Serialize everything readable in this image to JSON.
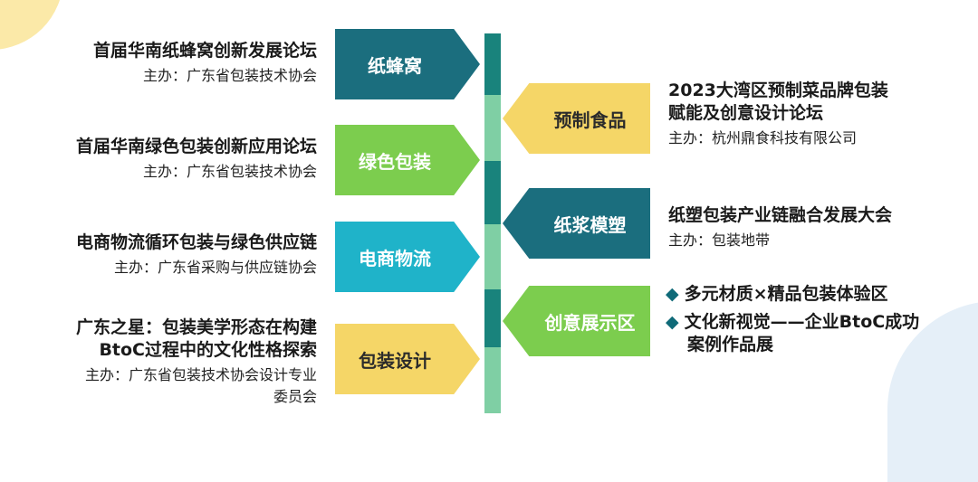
{
  "colors": {
    "teal": "#1b6e7e",
    "green": "#7ccd4e",
    "cyan": "#1fb3c9",
    "yellow": "#f5d667",
    "spine_dark": "#19837c",
    "spine_light": "#7fcfa4"
  },
  "left_tags": [
    {
      "label": "纸蜂窝"
    },
    {
      "label": "绿色包装"
    },
    {
      "label": "电商物流"
    },
    {
      "label": "包装设计"
    }
  ],
  "right_tags": [
    {
      "label": "预制食品"
    },
    {
      "label": "纸浆模塑"
    },
    {
      "label": "创意展示区"
    }
  ],
  "left_events": [
    {
      "title": "首届华南纸蜂窝创新发展论坛",
      "host": "主办：广东省包装技术协会"
    },
    {
      "title": "首届华南绿色包装创新应用论坛",
      "host": "主办：广东省包装技术协会"
    },
    {
      "title": "电商物流循环包装与绿色供应链",
      "host": "主办：广东省采购与供应链协会"
    },
    {
      "title_line1": "广东之星：包装美学形态在构建",
      "title_line2": "BtoC过程中的文化性格探索",
      "host_line1": "主办：广东省包装技术协会设计专业",
      "host_line2": "委员会"
    }
  ],
  "right_events": [
    {
      "title_line1": "2023大湾区预制菜品牌包装",
      "title_line2": "赋能及创意设计论坛",
      "host": "主办：杭州鼎食科技有限公司"
    },
    {
      "title": "纸塑包装产业链融合发展大会",
      "host": "主办：包装地带"
    }
  ],
  "showcase": {
    "bullet": "◆",
    "item1": "多元材质×精品包装体验区",
    "item2_line1": "文化新视觉——企业BtoC成功",
    "item2_line2": "案例作品展"
  }
}
